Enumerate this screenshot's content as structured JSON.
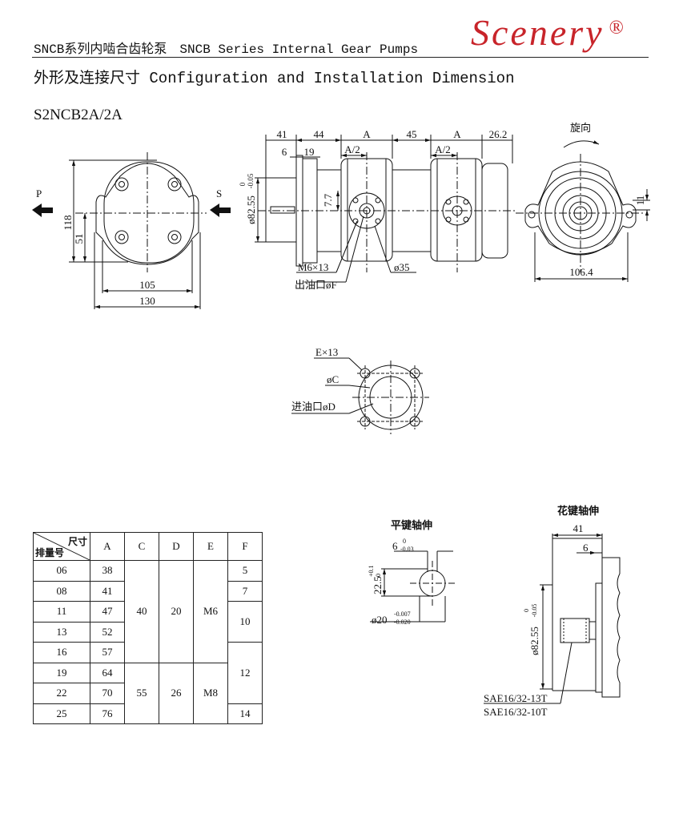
{
  "header": {
    "series": "SNCB系列内啮合齿轮泵　SNCB Series Internal Gear Pumps",
    "brand": "Scenery",
    "registered": "®"
  },
  "section_title": "外形及连接尺寸 Configuration and Installation Dimension",
  "model": "S2NCB2A/2A",
  "front_view": {
    "port_p": "P",
    "port_s": "S",
    "dim_118": "118",
    "dim_51": "51",
    "dim_105": "105",
    "dim_130": "130"
  },
  "side_view": {
    "dim_41": "41",
    "dim_44": "44",
    "dim_a1": "A",
    "dim_45": "45",
    "dim_a2": "A",
    "dim_26_2": "26.2",
    "dim_6": "6",
    "dim_19": "19",
    "dim_a_half1": "A/2",
    "dim_a_half2": "A/2",
    "dim_7_7": "7.7",
    "dim_shaft": "ø82.55",
    "tol_upper": "0",
    "tol_lower": "-0.05",
    "thread": "M6×13",
    "dia_35": "ø35",
    "outlet": "出油口øF"
  },
  "rear_view": {
    "rotation": "旋向",
    "dim_11": "11",
    "dim_106_4": "106.4"
  },
  "inlet_view": {
    "bolt": "E×13",
    "dia_c": "øC",
    "inlet": "进油口øD"
  },
  "key_shaft": {
    "title": "平键轴伸",
    "dim_6": "6",
    "dim_6_up": "0",
    "dim_6_low": "-0.03",
    "dim_22_5": "22.5",
    "dim_22_5_up": "+0.1",
    "dim_22_5_low": "0",
    "dim_20": "ø20",
    "dim_20_up": "-0.007",
    "dim_20_low": "-0.020"
  },
  "spline_shaft": {
    "title": "花键轴伸",
    "dim_41": "41",
    "dim_6": "6",
    "dim_82": "ø82.55",
    "dim_82_up": "0",
    "dim_82_low": "-0.05",
    "spec1": "SAE16/32-13T",
    "spec2": "SAE16/32-10T"
  },
  "table": {
    "corner_top": "尺寸",
    "corner_bottom": "排量号",
    "headers": [
      "A",
      "C",
      "D",
      "E",
      "F"
    ],
    "rows": [
      [
        "06",
        "38"
      ],
      [
        "08",
        "41"
      ],
      [
        "11",
        "47"
      ],
      [
        "13",
        "52"
      ],
      [
        "16",
        "57"
      ],
      [
        "19",
        "64"
      ],
      [
        "22",
        "70"
      ],
      [
        "25",
        "76"
      ]
    ],
    "group1": {
      "C": "40",
      "D": "20",
      "E": "M6"
    },
    "group2": {
      "C": "55",
      "D": "26",
      "E": "M8"
    },
    "F": [
      "5",
      "7",
      "10",
      "12",
      "14"
    ]
  }
}
